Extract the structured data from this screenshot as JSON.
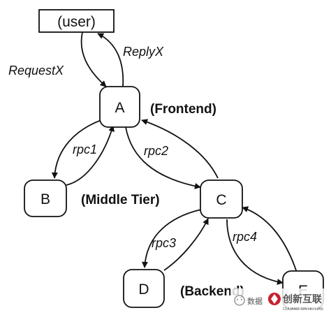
{
  "nodes": {
    "user": "(user)",
    "a": "A",
    "b": "B",
    "c": "C",
    "d": "D",
    "e": "E"
  },
  "edges": {
    "request": "RequestX",
    "reply": "ReplyX",
    "rpc1": "rpc1",
    "rpc2": "rpc2",
    "rpc3": "rpc3",
    "rpc4": "rpc4"
  },
  "tiers": {
    "frontend": "(Frontend)",
    "middle": "(Middle Tier)",
    "backend": "(Backend)"
  },
  "watermark": {
    "left": "数据",
    "brand": "创新互联",
    "brand_sub": "CHUANG XIN HU LIAN"
  },
  "colors": {
    "line": "#111111",
    "watermark_mark": "#c8202e"
  }
}
